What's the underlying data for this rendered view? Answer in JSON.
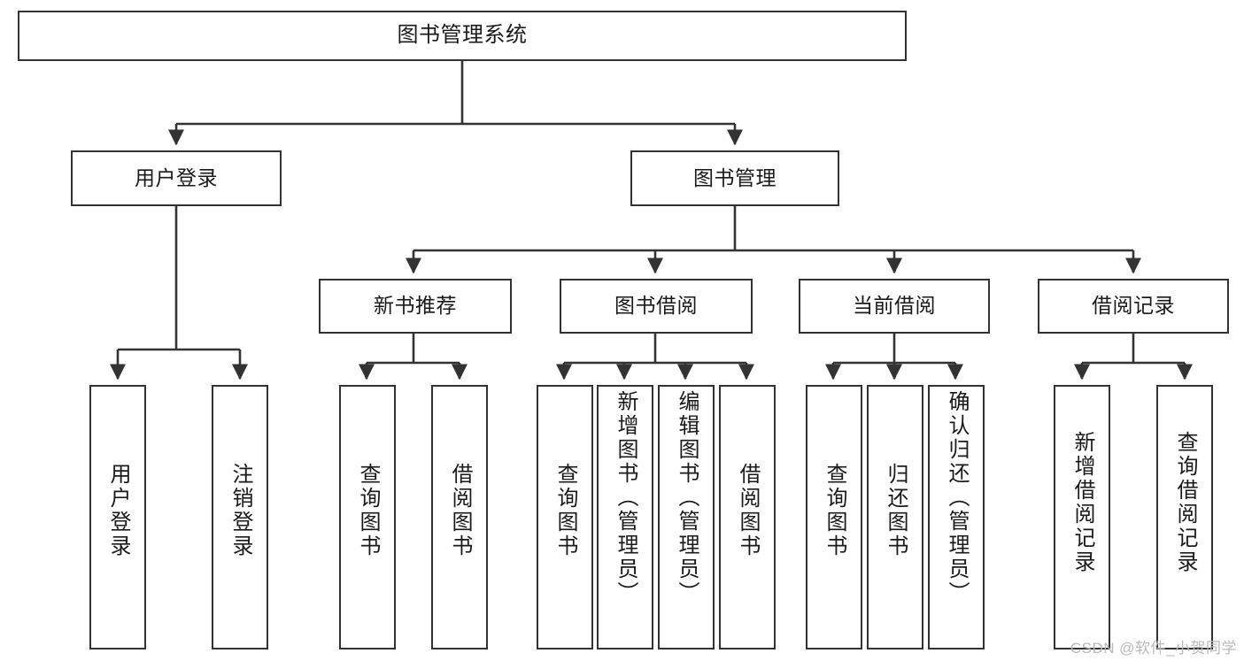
{
  "diagram": {
    "title": "图书管理系统",
    "type": "tree-hierarchy-diagram",
    "colors": {
      "box_border": "#333333",
      "box_fill": "#ffffff",
      "edge": "#333333",
      "text": "#1a1a1a",
      "watermark": "#b9b9b9",
      "background": "#ffffff"
    },
    "root": {
      "label": "图书管理系统"
    },
    "level2": [
      {
        "label": "用户登录"
      },
      {
        "label": "图书管理"
      }
    ],
    "level3": [
      {
        "label": "新书推荐"
      },
      {
        "label": "图书借阅"
      },
      {
        "label": "当前借阅"
      },
      {
        "label": "借阅记录"
      }
    ],
    "leaves": [
      {
        "label": "用户登录"
      },
      {
        "label": "注销登录"
      },
      {
        "label": "查询图书"
      },
      {
        "label": "借阅图书"
      },
      {
        "label": "查询图书"
      },
      {
        "label": "新增图书（管理员）"
      },
      {
        "label": "编辑图书（管理员）"
      },
      {
        "label": "借阅图书"
      },
      {
        "label": "查询图书"
      },
      {
        "label": "归还图书"
      },
      {
        "label": "确认归还（管理员）"
      },
      {
        "label": "新增借阅记录"
      },
      {
        "label": "查询借阅记录"
      }
    ],
    "watermark": "CSDN @软件_小贺同学"
  }
}
